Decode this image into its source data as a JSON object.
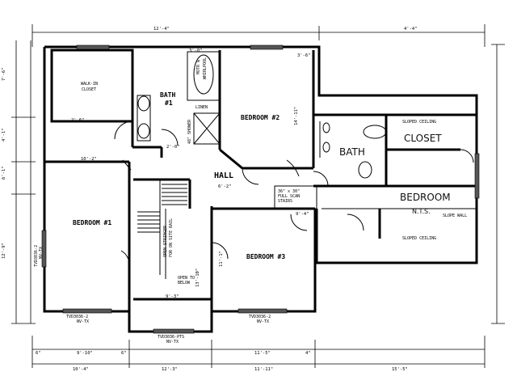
{
  "rooms": {
    "walk_in_closet": [
      "WALK-IN",
      "CLOSET"
    ],
    "bath1": [
      "BATH",
      "#1"
    ],
    "bedroom2": "BEDROOM #2",
    "bedroom1": "BEDROOM #1",
    "bedroom3": "BEDROOM #3",
    "hall": "HALL",
    "bath_new": "BATH",
    "closet_new": "CLOSET",
    "bedroom_new": "BEDROOM",
    "nts": "N.T.S."
  },
  "fixtures": {
    "tub": [
      "MOTR &",
      "WHIRLPOOL"
    ],
    "shower": "48\" SHOWER",
    "linen": "LINEN",
    "stairs": [
      "36\" x 30\"",
      "FULL SCAN",
      "STAIRS"
    ],
    "open_stair": [
      "OPEN STRINGER",
      "FOR ON SITE RAIL"
    ],
    "open_below": [
      "OPEN TO",
      "BELOW"
    ],
    "sloped_ceiling_top": "SLOPED CEILING",
    "sloped_ceiling_bottom": "SLOPED CEILING",
    "sloped_note": "SLOPE WALL"
  },
  "windows": {
    "bedroom1": [
      "TVD3036-2",
      "NV-TX"
    ],
    "bedroom3": [
      "TVD3036-2",
      "NV-TX"
    ],
    "hall": [
      "TVD3036-PTS",
      "NV-TX"
    ],
    "left_wall": [
      "TVD3036-2",
      "NV-TX"
    ]
  },
  "dimensions": {
    "top": [
      "12'-4\"",
      "4'-4\""
    ],
    "left_side": [
      "7'-6\"",
      "4'-1\"",
      "6'-1\"",
      "12'-9\""
    ],
    "bottom_row1": [
      "6\"",
      "9'-10\"",
      "6\"",
      "11'-5\"",
      "4\""
    ],
    "bottom_row2": [
      "10'-4\"",
      "12'-3\"",
      "11'-11\"",
      "15'-5\""
    ],
    "interior": [
      "10'-2\"",
      "9'-3\"",
      "6'-2\"",
      "13'-10\"",
      "14'-11\"",
      "11'-1\"",
      "2'-6\"",
      "2'-0\"",
      "3'-6\"",
      "3'-0\"",
      "9'-4\""
    ]
  }
}
